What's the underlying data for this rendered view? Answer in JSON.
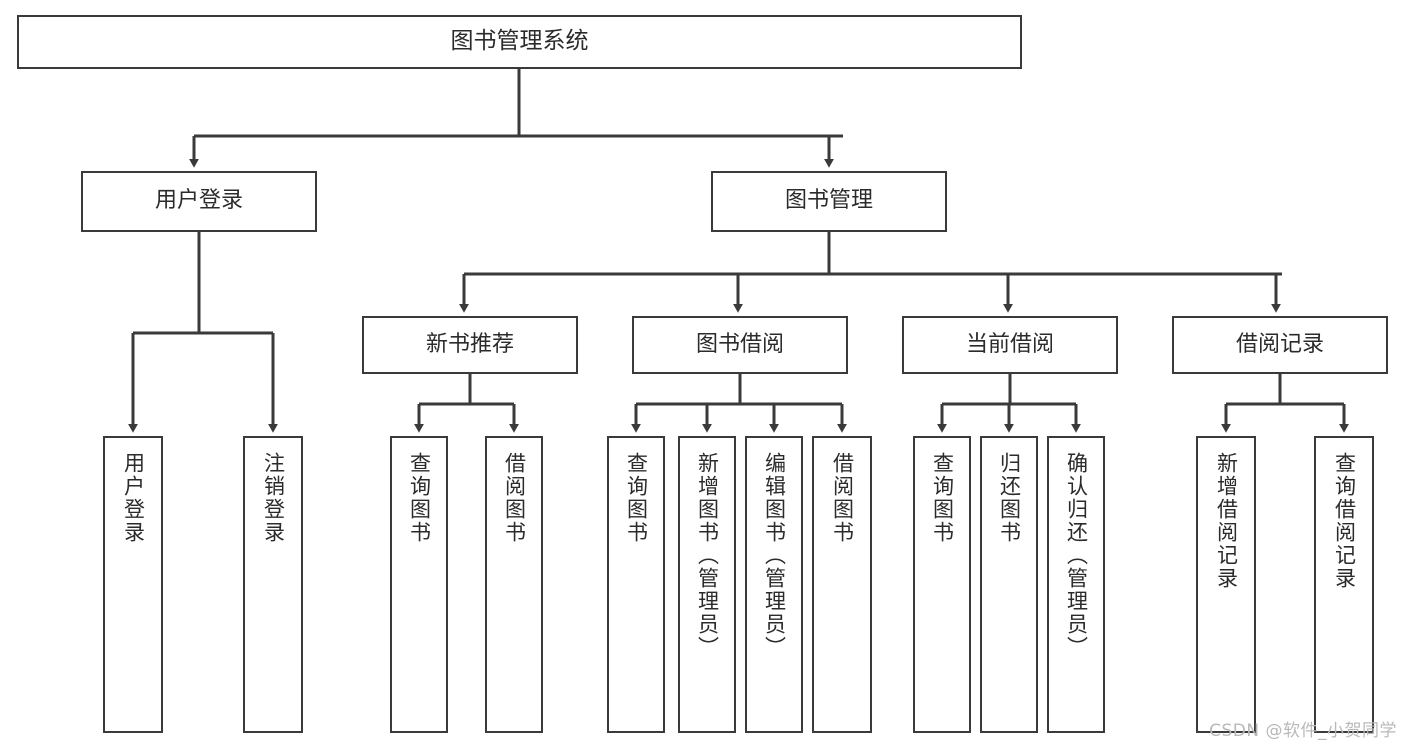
{
  "diagram": {
    "title": "图书管理系统",
    "watermark": "CSDN @软件_小贺同学",
    "line_color": "#3a3a3a",
    "text_color": "#2b2b2b",
    "background": "#ffffff",
    "nodes": {
      "root": {
        "label": "图书管理系统",
        "orientation": "horizontal"
      },
      "l2": [
        {
          "label": "用户登录",
          "orientation": "horizontal"
        },
        {
          "label": "图书管理",
          "orientation": "horizontal"
        }
      ],
      "l3": [
        {
          "label": "新书推荐",
          "orientation": "horizontal"
        },
        {
          "label": "图书借阅",
          "orientation": "horizontal"
        },
        {
          "label": "当前借阅",
          "orientation": "horizontal"
        },
        {
          "label": "借阅记录",
          "orientation": "horizontal"
        }
      ],
      "leaves": [
        {
          "label": "用户登录",
          "orientation": "vertical",
          "parent": "用户登录"
        },
        {
          "label": "注销登录",
          "orientation": "vertical",
          "parent": "用户登录"
        },
        {
          "label": "查询图书",
          "orientation": "vertical",
          "parent": "新书推荐"
        },
        {
          "label": "借阅图书",
          "orientation": "vertical",
          "parent": "新书推荐"
        },
        {
          "label": "查询图书",
          "orientation": "vertical",
          "parent": "图书借阅"
        },
        {
          "label": "新增图书（管理员）",
          "orientation": "vertical",
          "parent": "图书借阅"
        },
        {
          "label": "编辑图书（管理员）",
          "orientation": "vertical",
          "parent": "图书借阅"
        },
        {
          "label": "借阅图书",
          "orientation": "vertical",
          "parent": "图书借阅"
        },
        {
          "label": "查询图书",
          "orientation": "vertical",
          "parent": "当前借阅"
        },
        {
          "label": "归还图书",
          "orientation": "vertical",
          "parent": "当前借阅"
        },
        {
          "label": "确认归还（管理员）",
          "orientation": "vertical",
          "parent": "当前借阅"
        },
        {
          "label": "新增借阅记录",
          "orientation": "vertical",
          "parent": "借阅记录"
        },
        {
          "label": "查询借阅记录",
          "orientation": "vertical",
          "parent": "借阅记录"
        }
      ]
    }
  }
}
